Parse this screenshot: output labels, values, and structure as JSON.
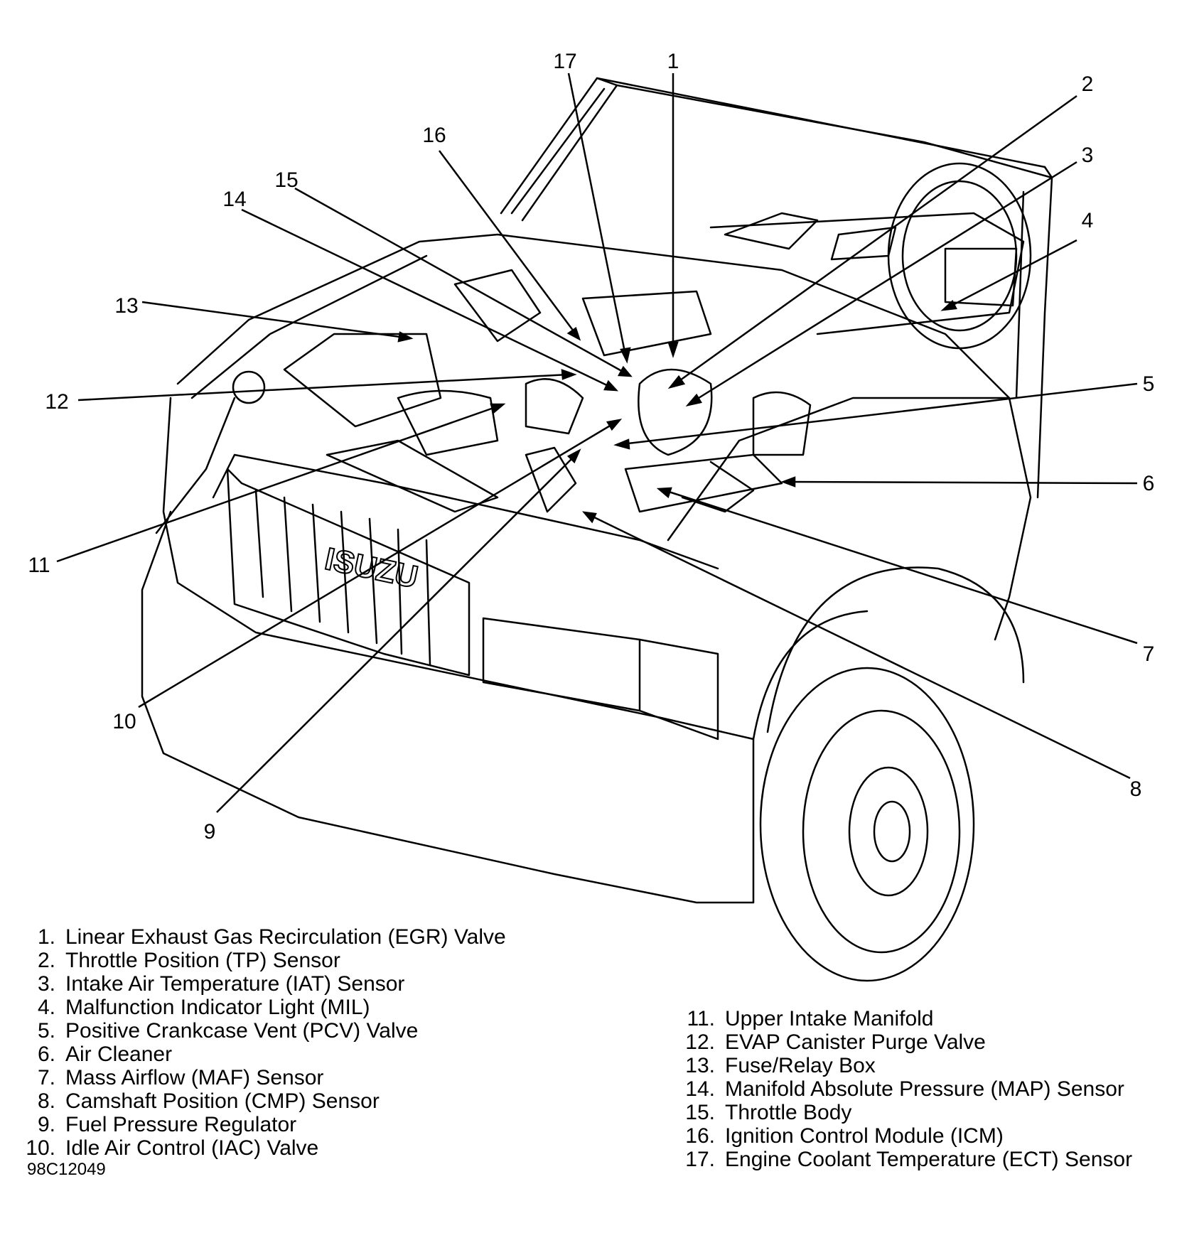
{
  "callouts": [
    {
      "n": "1",
      "label": "Linear Exhaust Gas Recirculation (EGR) Valve"
    },
    {
      "n": "2",
      "label": "Throttle Position (TP) Sensor"
    },
    {
      "n": "3",
      "label": "Intake Air Temperature (IAT) Sensor"
    },
    {
      "n": "4",
      "label": "Malfunction Indicator Light (MIL)"
    },
    {
      "n": "5",
      "label": "Positive Crankcase Vent (PCV) Valve"
    },
    {
      "n": "6",
      "label": "Air Cleaner"
    },
    {
      "n": "7",
      "label": "Mass Airflow (MAF) Sensor"
    },
    {
      "n": "8",
      "label": "Camshaft Position (CMP) Sensor"
    },
    {
      "n": "9",
      "label": "Fuel Pressure Regulator"
    },
    {
      "n": "10",
      "label": "Idle Air Control (IAC) Valve"
    },
    {
      "n": "11",
      "label": "Upper Intake Manifold"
    },
    {
      "n": "12",
      "label": "EVAP Canister Purge Valve"
    },
    {
      "n": "13",
      "label": "Fuse/Relay Box"
    },
    {
      "n": "14",
      "label": "Manifold Absolute Pressure (MAP) Sensor"
    },
    {
      "n": "15",
      "label": "Throttle Body"
    },
    {
      "n": "16",
      "label": "Ignition Control Module (ICM)"
    },
    {
      "n": "17",
      "label": "Engine Coolant Temperature (ECT) Sensor"
    }
  ],
  "legend_left": [
    {
      "num": "1.",
      "text": "Linear Exhaust Gas Recirculation (EGR) Valve"
    },
    {
      "num": "2.",
      "text": "Throttle Position (TP) Sensor"
    },
    {
      "num": "3.",
      "text": "Intake Air Temperature (IAT) Sensor"
    },
    {
      "num": "4.",
      "text": "Malfunction Indicator Light (MIL)"
    },
    {
      "num": "5.",
      "text": "Positive Crankcase Vent (PCV) Valve"
    },
    {
      "num": "6.",
      "text": "Air Cleaner"
    },
    {
      "num": "7.",
      "text": "Mass Airflow (MAF) Sensor"
    },
    {
      "num": "8.",
      "text": "Camshaft Position (CMP) Sensor"
    },
    {
      "num": "9.",
      "text": "Fuel Pressure Regulator"
    },
    {
      "num": "10.",
      "text": "Idle Air Control (IAC) Valve"
    }
  ],
  "legend_right": [
    {
      "num": "11.",
      "text": "Upper Intake Manifold"
    },
    {
      "num": "12.",
      "text": "EVAP Canister Purge Valve"
    },
    {
      "num": "13.",
      "text": "Fuse/Relay Box"
    },
    {
      "num": "14.",
      "text": "Manifold Absolute Pressure (MAP) Sensor"
    },
    {
      "num": "15.",
      "text": "Throttle Body"
    },
    {
      "num": "16.",
      "text": "Ignition Control Module (ICM)"
    },
    {
      "num": "17.",
      "text": "Engine Coolant Temperature (ECT) Sensor"
    }
  ],
  "grille_logo": "ISUZU",
  "figure_id": "98C12049"
}
